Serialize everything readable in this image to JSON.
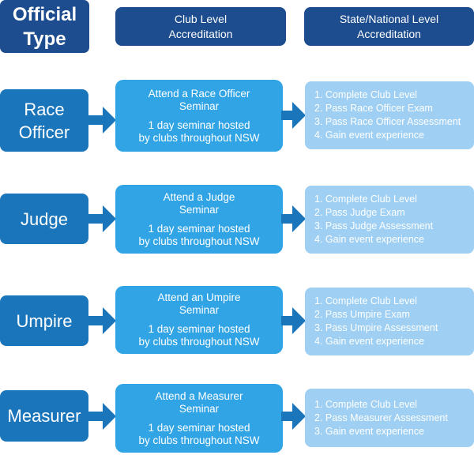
{
  "header": {
    "type_title": [
      "Official",
      "Type"
    ],
    "club_title": [
      "Club Level",
      "Accreditation"
    ],
    "state_title": [
      "State/National Level",
      "Accreditation"
    ]
  },
  "rows": [
    {
      "type": [
        "Race",
        "Officer"
      ],
      "club": [
        "Attend a Race Officer",
        "Seminar",
        "1 day seminar hosted",
        "by clubs throughout NSW"
      ],
      "steps": [
        "1. Complete Club Level",
        "2. Pass Race Officer Exam",
        "3. Pass Race Officer Assessment",
        "4. Gain event experience"
      ]
    },
    {
      "type": [
        "Judge"
      ],
      "club": [
        "Attend a Judge",
        "Seminar",
        "1 day seminar hosted",
        "by clubs throughout NSW"
      ],
      "steps": [
        "1. Complete Club Level",
        "2. Pass Judge Exam",
        "3. Pass Judge Assessment",
        "4. Gain event experience"
      ]
    },
    {
      "type": [
        "Umpire"
      ],
      "club": [
        "Attend an Umpire",
        "Seminar",
        "1 day seminar hosted",
        "by clubs throughout NSW"
      ],
      "steps": [
        "1. Complete Club Level",
        "2. Pass Umpire Exam",
        "3. Pass Umpire Assessment",
        "4. Gain event experience"
      ]
    },
    {
      "type": [
        "Measurer"
      ],
      "club": [
        "Attend a Measurer",
        "Seminar",
        "1 day seminar hosted",
        "by clubs throughout NSW"
      ],
      "steps": [
        "1. Complete Club Level",
        "2. Pass Measurer Assessment",
        "3. Gain event experience"
      ]
    }
  ],
  "colors": {
    "header": "#1d4d8e",
    "type_box": "#1a75bb",
    "club_box": "#31a4e6",
    "state_box": "#9fd0f3",
    "arrow": "#1a75bb"
  }
}
